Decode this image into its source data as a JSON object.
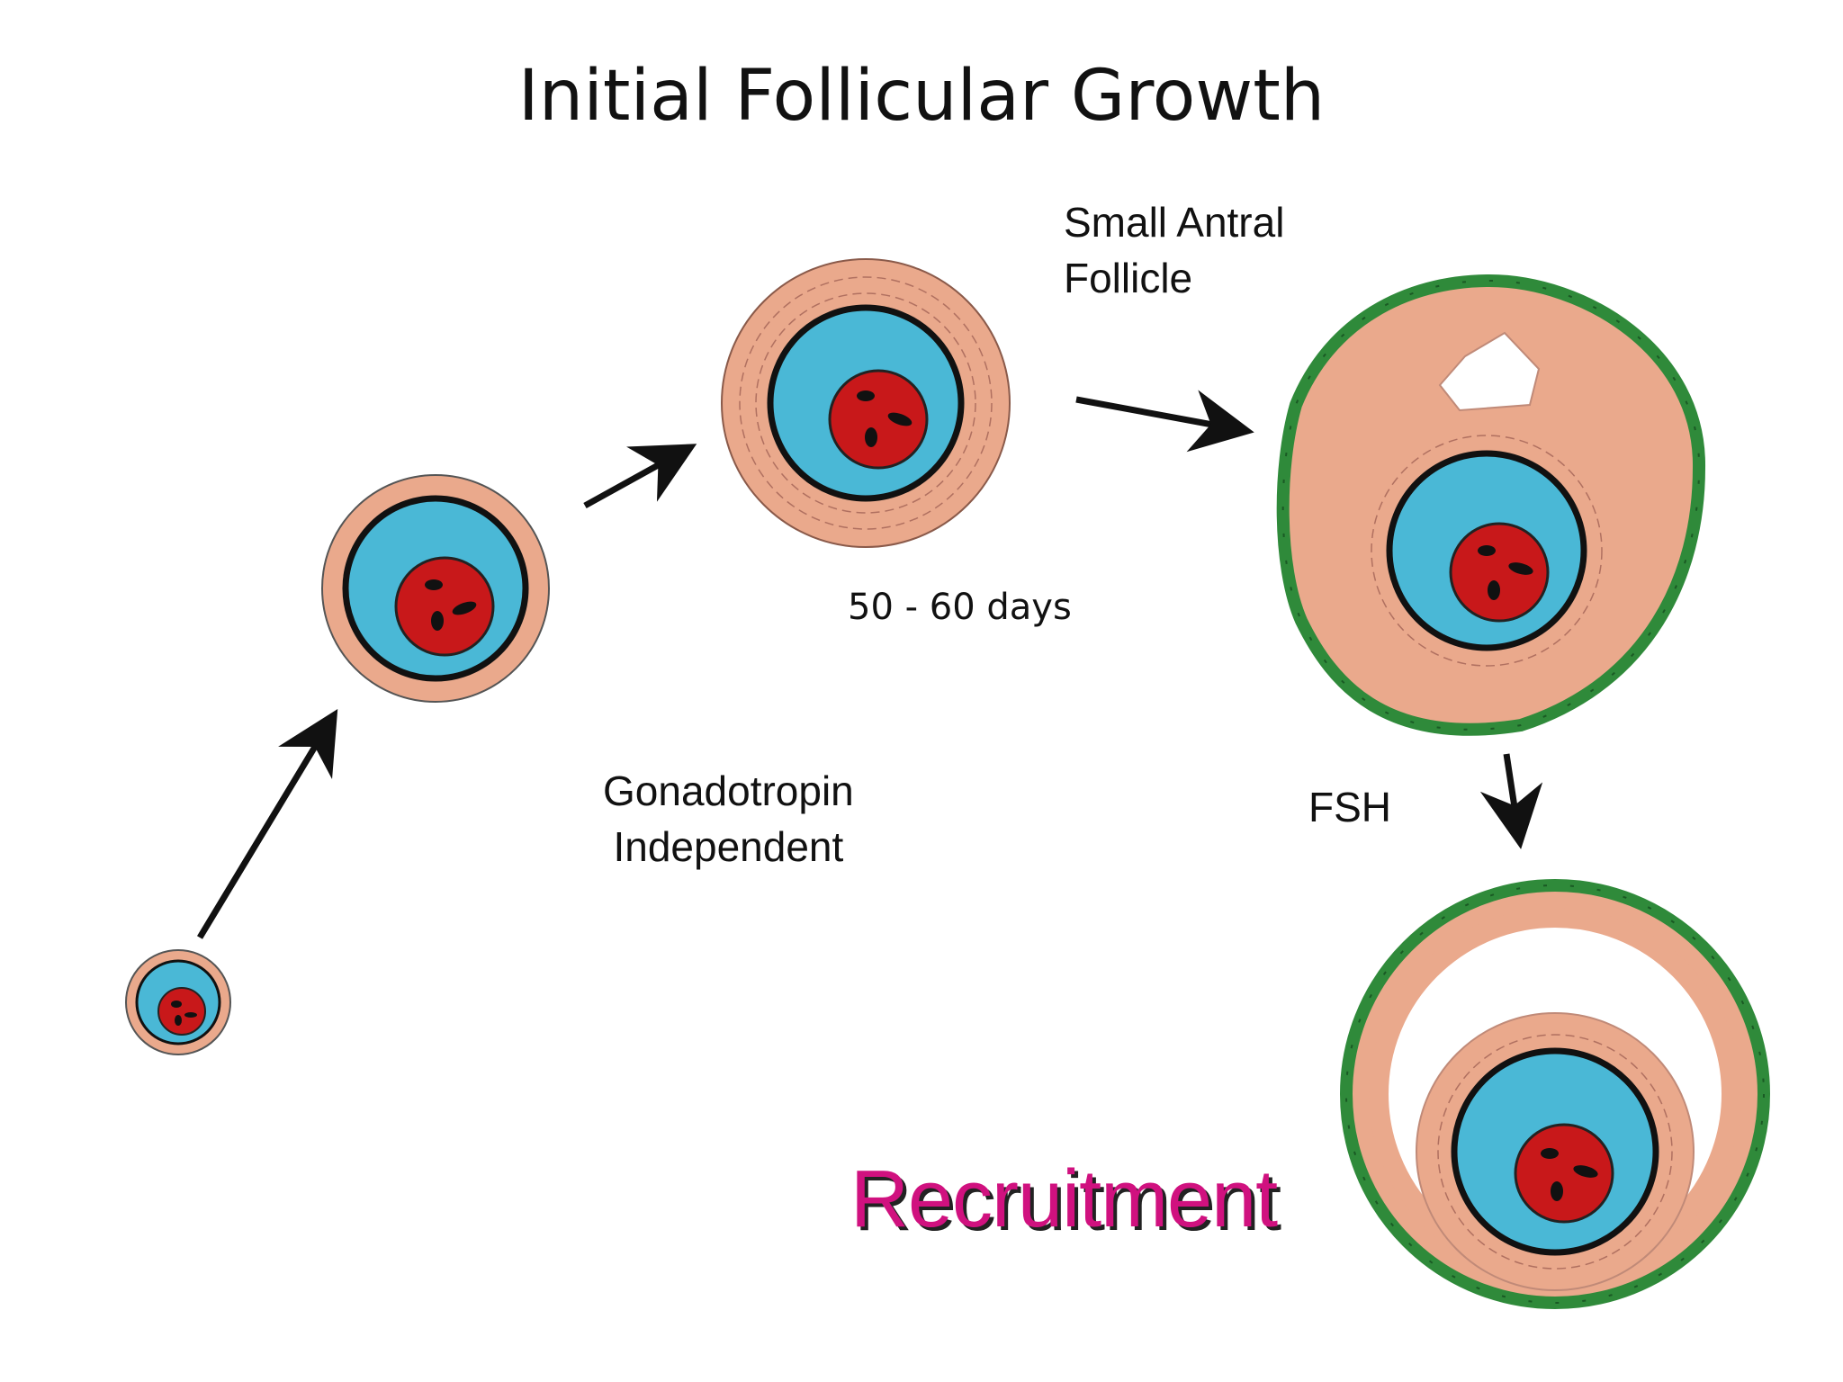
{
  "title": "Initial Follicular Growth",
  "labels": {
    "small_antral_line1": "Small Antral",
    "small_antral_line2": "Follicle",
    "days": "50 - 60 days",
    "gonadotropin_line1": "Gonadotropin",
    "gonadotropin_line2": "Independent",
    "fsh": "FSH",
    "recruitment": "Recruitment"
  },
  "colors": {
    "oocyte_cytoplasm": "#4ab8d6",
    "nucleus": "#c8181a",
    "granulosa": "#eaa98c",
    "theca": "#2f8a3a",
    "recruitment_text": "#d0117f"
  }
}
